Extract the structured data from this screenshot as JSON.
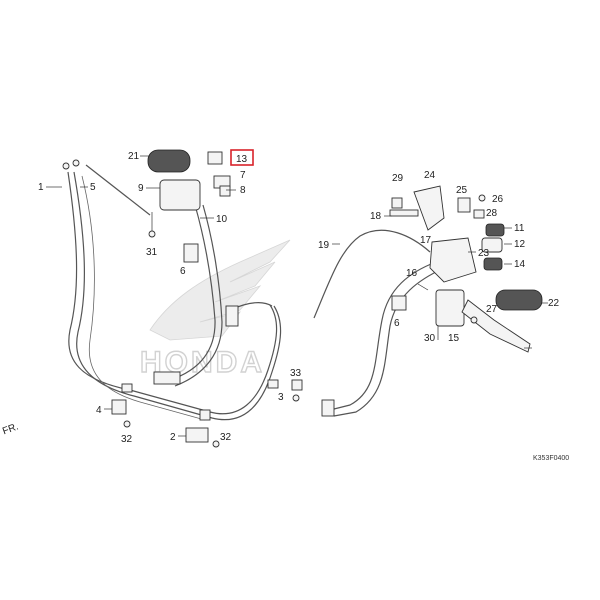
{
  "diagram": {
    "watermark": "HONDA",
    "direction_mark": "FR.",
    "drawing_code": "K353F0400",
    "highlighted_part": "13",
    "highlight_color": "#d8222a",
    "labels": {
      "p1": "1",
      "p2": "2",
      "p4": "4",
      "p5": "5",
      "p6": "6",
      "p7": "7",
      "p8": "8",
      "p9": "9",
      "p10": "10",
      "p11": "11",
      "p12": "12",
      "p13": "13",
      "p14": "14",
      "p15": "15",
      "p16": "16",
      "p17": "17",
      "p18": "18",
      "p19": "19",
      "p21": "21",
      "p22": "22",
      "p23": "23",
      "p24": "24",
      "p25": "25",
      "p26": "26",
      "p27": "27",
      "p28": "28",
      "p29": "29",
      "p30": "30",
      "p31": "31",
      "p32a": "32",
      "p32b": "32",
      "p33": "33",
      "p3": "3"
    }
  }
}
